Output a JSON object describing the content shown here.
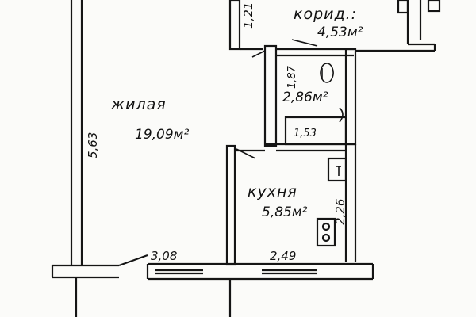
{
  "rooms": {
    "living": {
      "name": "жилая",
      "area": "19,09м²"
    },
    "corridor": {
      "name": "корид.:",
      "area": "4,53м²"
    },
    "bathroom": {
      "area": "2,86м²"
    },
    "kitchen": {
      "name": "кухня",
      "area": "5,85м²"
    }
  },
  "dimensions": {
    "living_height": "5,63",
    "corridor_width": "1,21",
    "bath_depth": "1,87",
    "tub_length": "1,53",
    "kitchen_depth": "2,26",
    "living_width": "3,08",
    "kitchen_width": "2,49"
  },
  "colors": {
    "ink": "#151515",
    "paper": "#fbfbf9"
  }
}
